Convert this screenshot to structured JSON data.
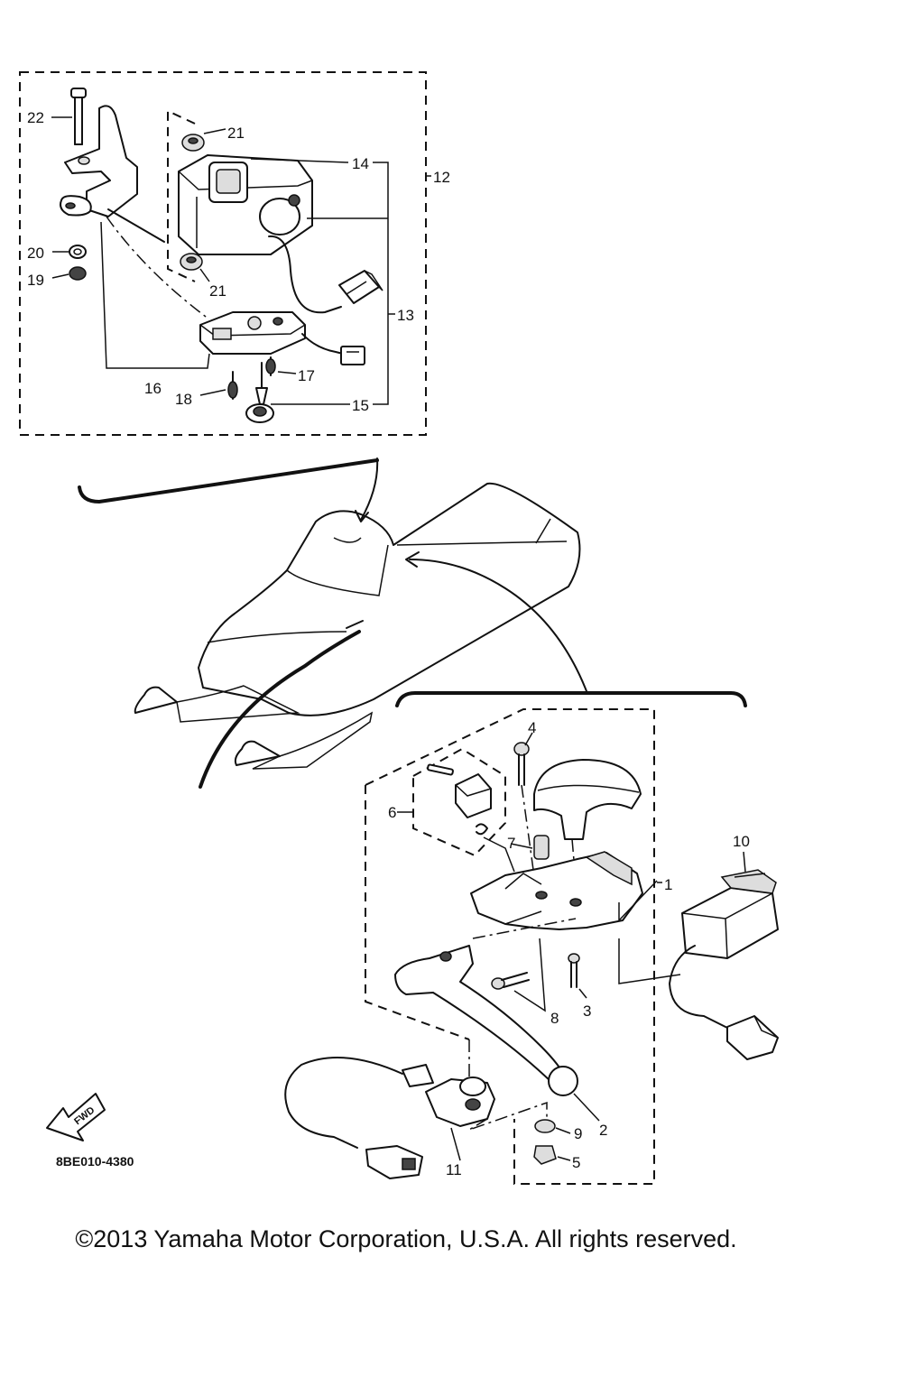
{
  "callouts": {
    "c1": "1",
    "c2": "2",
    "c3": "3",
    "c4": "4",
    "c5": "5",
    "c6": "6",
    "c7": "7",
    "c8": "8",
    "c9": "9",
    "c10": "10",
    "c11": "11",
    "c12": "12",
    "c13": "13",
    "c14": "14",
    "c15": "15",
    "c16": "16",
    "c17": "17",
    "c18": "18",
    "c19": "19",
    "c20": "20",
    "c21a": "21",
    "c21b": "21",
    "c22": "22"
  },
  "diagram_code": "8BE010-4380",
  "fwd_label": "FWD",
  "copyright": "©2013 Yamaha Motor Corporation, U.S.A. All rights reserved."
}
